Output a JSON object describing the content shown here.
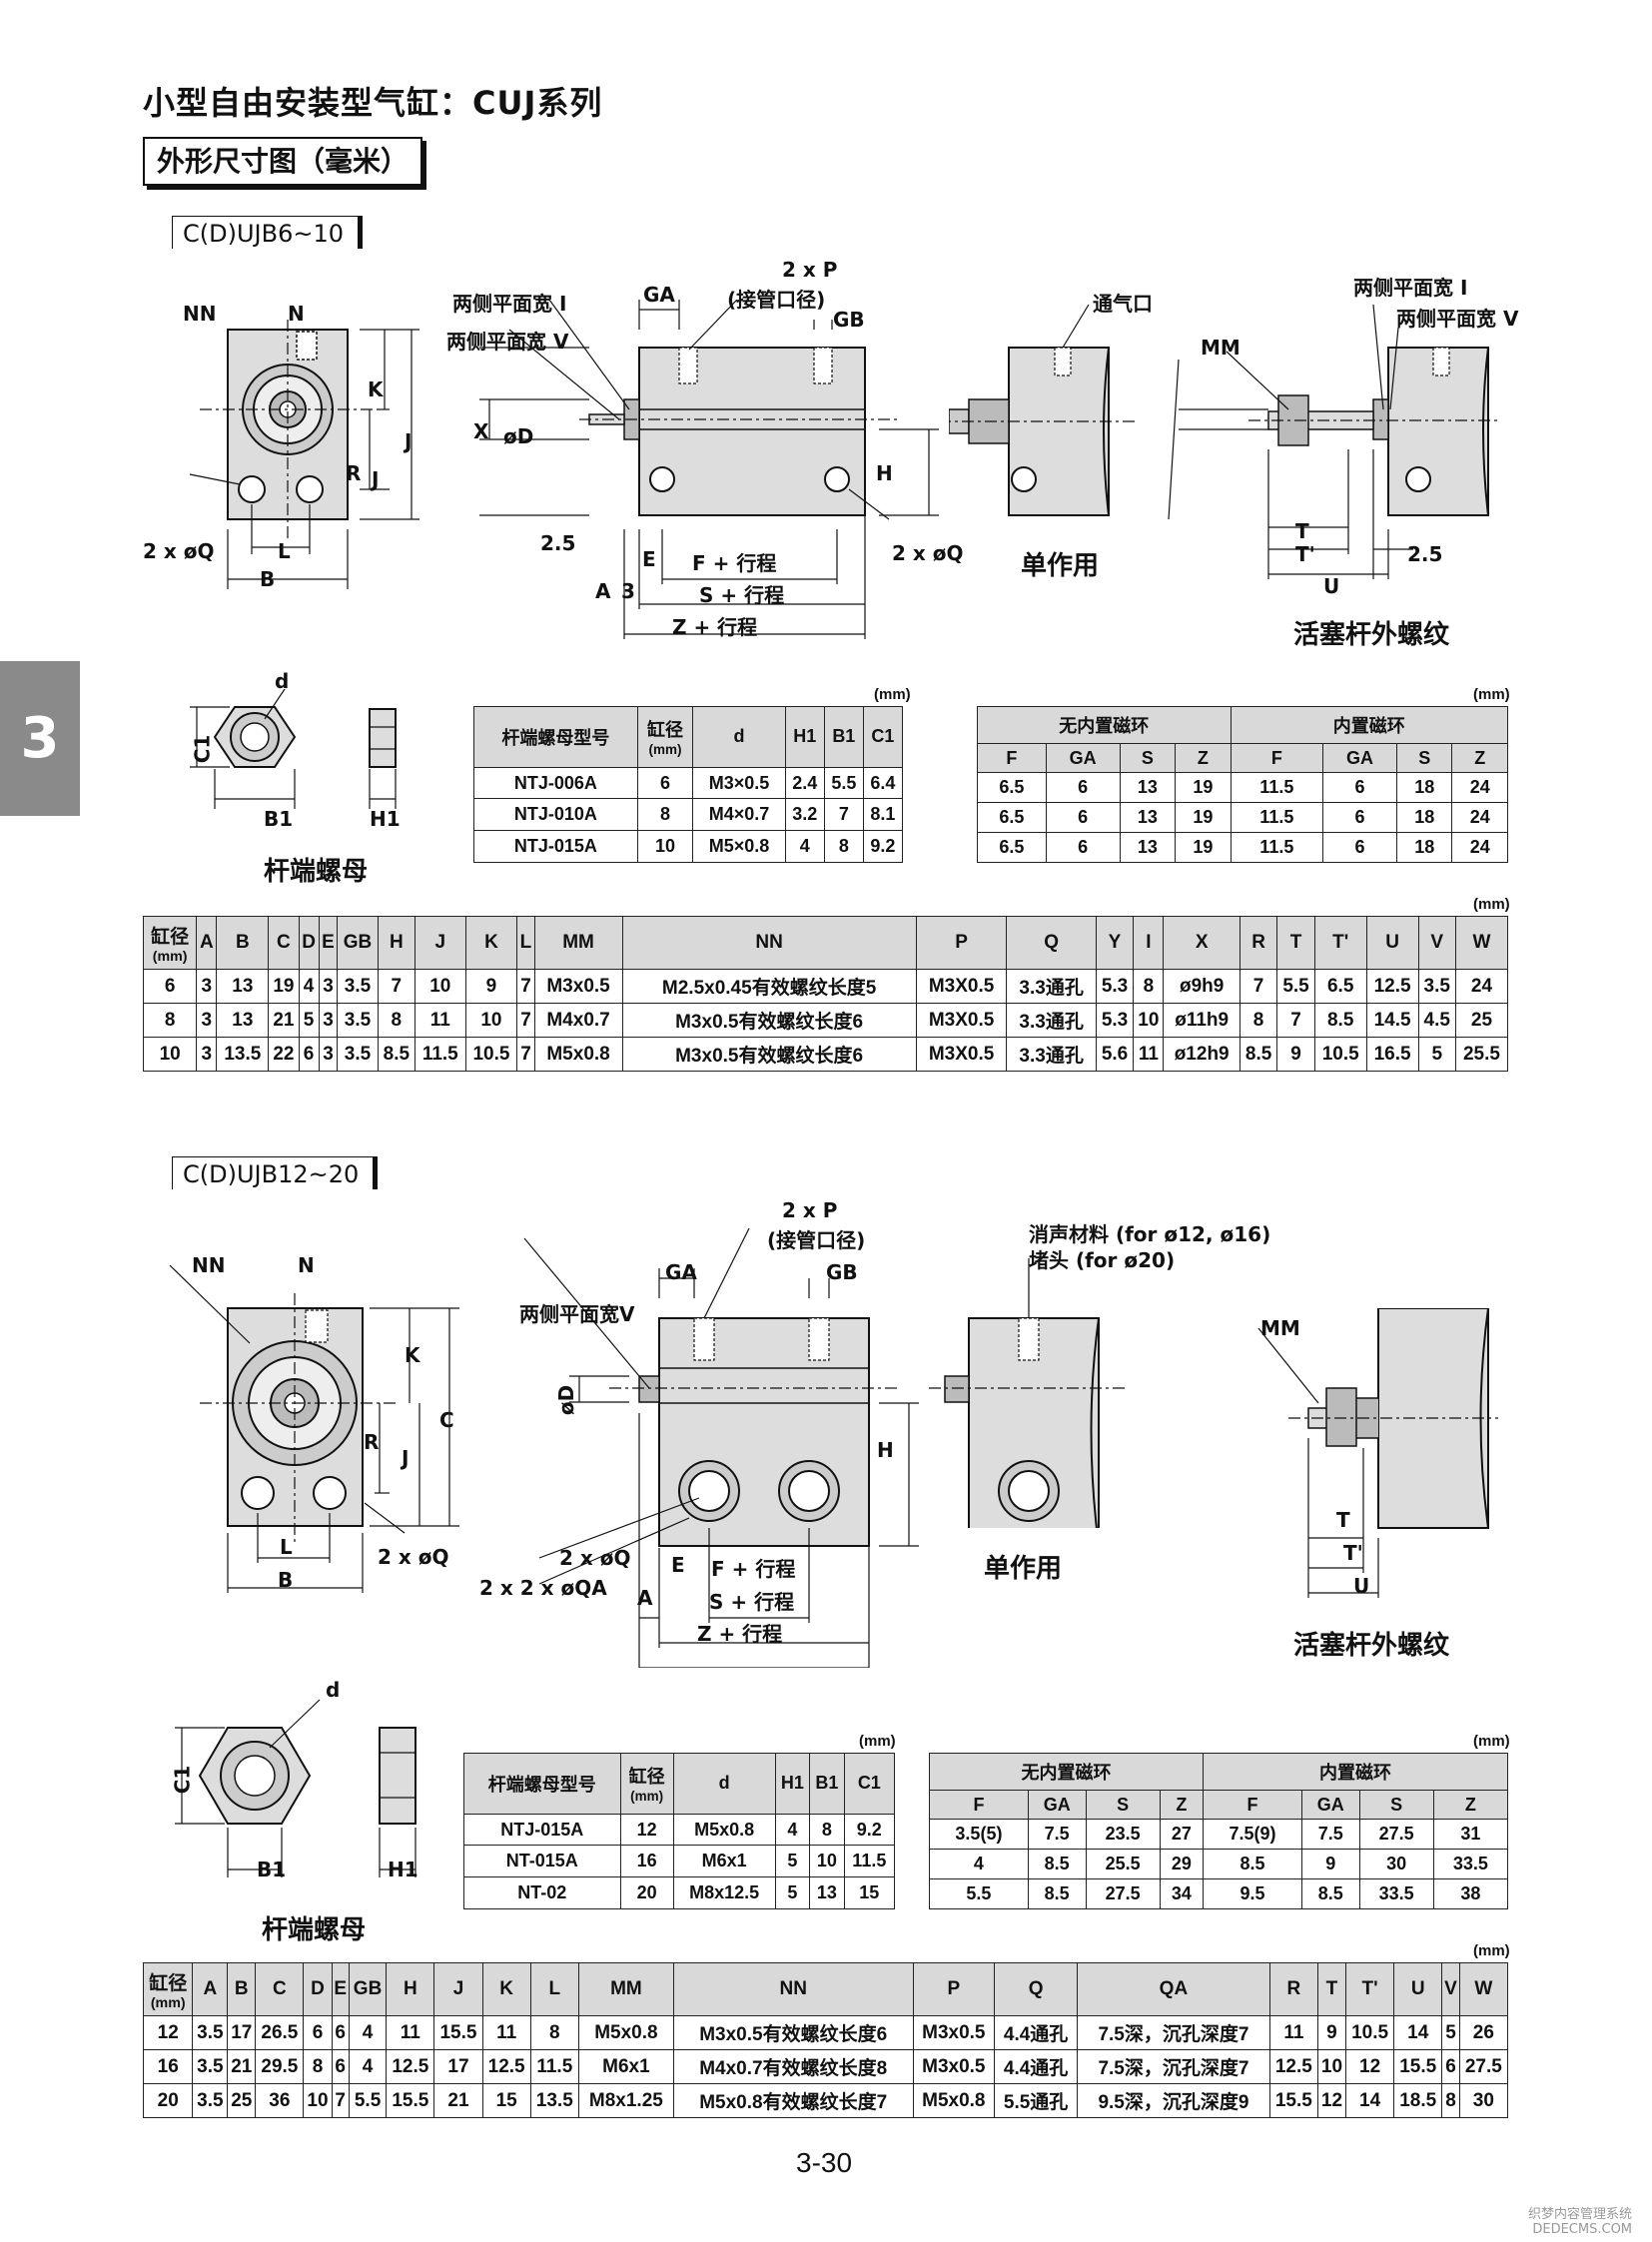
{
  "page": {
    "title": "小型自由安装型气缸：CUJ系列",
    "subtitle": "外形尺寸图（毫米）",
    "chapter_tab": "3",
    "page_number": "3-30",
    "footer_watermark_line1": "织梦内容管理系统",
    "footer_watermark_line2": "DEDECMS.COM"
  },
  "section1": {
    "model": "C(D)UJB6~10",
    "labels": {
      "nn": "NN",
      "n": "N",
      "k": "K",
      "j": "J",
      "r": "R",
      "l": "L",
      "b": "B",
      "q": "2 x øQ",
      "flat_i": "两侧平面宽 I",
      "flat_v": "两侧平面宽 V",
      "ga": "GA",
      "gb": "GB",
      "p": "2 x P",
      "p_sub": "(接管口径)",
      "x": "X",
      "d": "øD",
      "h": "H",
      "dim25": "2.5",
      "e": "E",
      "f_stroke": "F + 行程",
      "a": "A",
      "three": "3",
      "s_stroke": "S + 行程",
      "z_stroke": "Z + 行程",
      "q2": "2 x øQ",
      "vent": "通气口",
      "single": "单作用",
      "mm": "MM",
      "flat_i2": "两侧平面宽 I",
      "flat_v2": "两侧平面宽 V",
      "t": "T",
      "tp": "T'",
      "u": "U",
      "dim25b": "2.5",
      "rod_thread": "活塞杆外螺纹",
      "nut_d": "d",
      "nut_c1": "C1",
      "nut_b1": "B1",
      "nut_h1": "H1",
      "nut_title": "杆端螺母"
    },
    "nut_table": {
      "unit": "(mm)",
      "headers": [
        "杆端螺母型号",
        "缸径\n(mm)",
        "d",
        "H1",
        "B1",
        "C1"
      ],
      "rows": [
        [
          "NTJ-006A",
          "6",
          "M3×0.5",
          "2.4",
          "5.5",
          "6.4"
        ],
        [
          "NTJ-010A",
          "8",
          "M4×0.7",
          "3.2",
          "7",
          "8.1"
        ],
        [
          "NTJ-015A",
          "10",
          "M5×0.8",
          "4",
          "8",
          "9.2"
        ]
      ]
    },
    "magnet_table": {
      "unit": "(mm)",
      "group1": "无内置磁环",
      "group2": "内置磁环",
      "headers": [
        "F",
        "GA",
        "S",
        "Z",
        "F",
        "GA",
        "S",
        "Z"
      ],
      "rows": [
        [
          "6.5",
          "6",
          "13",
          "19",
          "11.5",
          "6",
          "18",
          "24"
        ],
        [
          "6.5",
          "6",
          "13",
          "19",
          "11.5",
          "6",
          "18",
          "24"
        ],
        [
          "6.5",
          "6",
          "13",
          "19",
          "11.5",
          "6",
          "18",
          "24"
        ]
      ]
    },
    "main_table": {
      "unit": "(mm)",
      "headers": [
        "缸径\n(mm)",
        "A",
        "B",
        "C",
        "D",
        "E",
        "GB",
        "H",
        "J",
        "K",
        "L",
        "MM",
        "NN",
        "P",
        "Q",
        "Y",
        "I",
        "X",
        "R",
        "T",
        "T'",
        "U",
        "V",
        "W"
      ],
      "rows": [
        [
          "6",
          "3",
          "13",
          "19",
          "4",
          "3",
          "3.5",
          "7",
          "10",
          "9",
          "7",
          "M3x0.5",
          "M2.5x0.45有效螺纹长度5",
          "M3X0.5",
          "3.3通孔",
          "5.3",
          "8",
          "ø9h9",
          "7",
          "5.5",
          "6.5",
          "12.5",
          "3.5",
          "24"
        ],
        [
          "8",
          "3",
          "13",
          "21",
          "5",
          "3",
          "3.5",
          "8",
          "11",
          "10",
          "7",
          "M4x0.7",
          "M3x0.5有效螺纹长度6",
          "M3X0.5",
          "3.3通孔",
          "5.3",
          "10",
          "ø11h9",
          "8",
          "7",
          "8.5",
          "14.5",
          "4.5",
          "25"
        ],
        [
          "10",
          "3",
          "13.5",
          "22",
          "6",
          "3",
          "3.5",
          "8.5",
          "11.5",
          "10.5",
          "7",
          "M5x0.8",
          "M3x0.5有效螺纹长度6",
          "M3X0.5",
          "3.3通孔",
          "5.6",
          "11",
          "ø12h9",
          "8.5",
          "9",
          "10.5",
          "16.5",
          "5",
          "25.5"
        ]
      ]
    }
  },
  "section2": {
    "model": "C(D)UJB12~20",
    "labels": {
      "nn": "NN",
      "n": "N",
      "k": "K",
      "c": "C",
      "r": "R",
      "j": "J",
      "l": "L",
      "b": "B",
      "q": "2 x øQ",
      "p": "2 x P",
      "p_sub": "(接管口径)",
      "ga": "GA",
      "gb": "GB",
      "flat_v": "两侧平面宽V",
      "d": "øD",
      "h": "H",
      "q2": "2 x øQ",
      "qa": "2 x 2 x øQA",
      "e": "E",
      "f_stroke": "F + 行程",
      "a": "A",
      "s_stroke": "S + 行程",
      "z_stroke": "Z + 行程",
      "silencer": "消声材料 (for ø12, ø16)",
      "plug": "堵头 (for ø20)",
      "single": "单作用",
      "mm": "MM",
      "t": "T",
      "tp": "T'",
      "u": "U",
      "rod_thread": "活塞杆外螺纹",
      "nut_d": "d",
      "nut_c1": "C1",
      "nut_b1": "B1",
      "nut_h1": "H1",
      "nut_title": "杆端螺母"
    },
    "nut_table": {
      "unit": "(mm)",
      "headers": [
        "杆端螺母型号",
        "缸径\n(mm)",
        "d",
        "H1",
        "B1",
        "C1"
      ],
      "rows": [
        [
          "NTJ-015A",
          "12",
          "M5x0.8",
          "4",
          "8",
          "9.2"
        ],
        [
          "NT-015A",
          "16",
          "M6x1",
          "5",
          "10",
          "11.5"
        ],
        [
          "NT-02",
          "20",
          "M8x12.5",
          "5",
          "13",
          "15"
        ]
      ]
    },
    "magnet_table": {
      "unit": "(mm)",
      "group1": "无内置磁环",
      "group2": "内置磁环",
      "headers": [
        "F",
        "GA",
        "S",
        "Z",
        "F",
        "GA",
        "S",
        "Z"
      ],
      "rows": [
        [
          "3.5(5)",
          "7.5",
          "23.5",
          "27",
          "7.5(9)",
          "7.5",
          "27.5",
          "31"
        ],
        [
          "4",
          "8.5",
          "25.5",
          "29",
          "8.5",
          "9",
          "30",
          "33.5"
        ],
        [
          "5.5",
          "8.5",
          "27.5",
          "34",
          "9.5",
          "8.5",
          "33.5",
          "38"
        ]
      ]
    },
    "main_table": {
      "unit": "(mm)",
      "headers": [
        "缸径\n(mm)",
        "A",
        "B",
        "C",
        "D",
        "E",
        "GB",
        "H",
        "J",
        "K",
        "L",
        "MM",
        "NN",
        "P",
        "Q",
        "QA",
        "R",
        "T",
        "T'",
        "U",
        "V",
        "W"
      ],
      "rows": [
        [
          "12",
          "3.5",
          "17",
          "26.5",
          "6",
          "6",
          "4",
          "11",
          "15.5",
          "11",
          "8",
          "M5x0.8",
          "M3x0.5有效螺纹长度6",
          "M3x0.5",
          "4.4通孔",
          "7.5深，沉孔深度7",
          "11",
          "9",
          "10.5",
          "14",
          "5",
          "26"
        ],
        [
          "16",
          "3.5",
          "21",
          "29.5",
          "8",
          "6",
          "4",
          "12.5",
          "17",
          "12.5",
          "11.5",
          "M6x1",
          "M4x0.7有效螺纹长度8",
          "M3x0.5",
          "4.4通孔",
          "7.5深，沉孔深度7",
          "12.5",
          "10",
          "12",
          "15.5",
          "6",
          "27.5"
        ],
        [
          "20",
          "3.5",
          "25",
          "36",
          "10",
          "7",
          "5.5",
          "15.5",
          "21",
          "15",
          "13.5",
          "M8x1.25",
          "M5x0.8有效螺纹长度7",
          "M5x0.8",
          "5.5通孔",
          "9.5深，沉孔深度9",
          "15.5",
          "12",
          "14",
          "18.5",
          "8",
          "30"
        ]
      ]
    }
  }
}
